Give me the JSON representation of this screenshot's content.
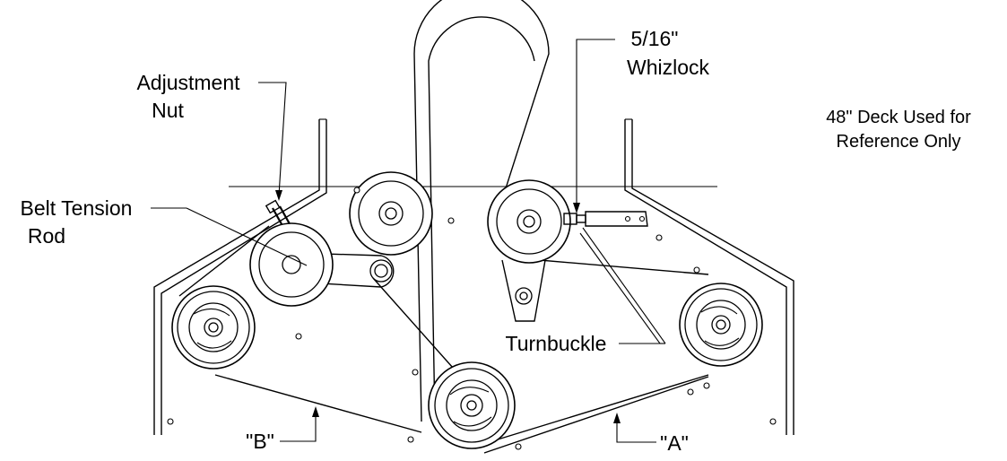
{
  "labels": {
    "adjustment_nut_line1": "Adjustment",
    "adjustment_nut_line2": "Nut",
    "whizlock_line1": "5/16\"",
    "whizlock_line2": "Whizlock",
    "reference_line1": "48\" Deck Used for",
    "reference_line2": "Reference Only",
    "belt_tension_line1": "Belt Tension",
    "belt_tension_line2": "Rod",
    "turnbuckle": "Turnbuckle",
    "belt_b": "\"B\"",
    "belt_a": "\"A\""
  },
  "colors": {
    "line": "#000000",
    "background": "#ffffff"
  }
}
